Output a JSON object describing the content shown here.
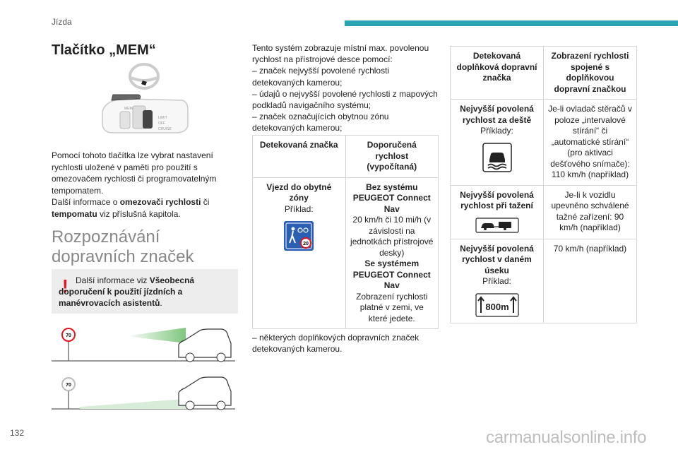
{
  "header": {
    "section": "Jízda",
    "accent_color": "#2aa3b4"
  },
  "footer": {
    "page_number": "132",
    "watermark": "carmanualsonline.info"
  },
  "left": {
    "title": "Tlačítko „MEM“",
    "button_labels": {
      "mem": "MEM",
      "limit": "LIMIT",
      "off": "OFF",
      "cruise": "CRUISE"
    },
    "body": [
      {
        "text": "Pomocí tohoto tlačítka lze vybrat nastavení rychlosti uložené v paměti pro použití s omezovačem rychlosti či programovatelným tempomatem."
      },
      {
        "pre": "Další informace o ",
        "b1": "omezovači rychlosti",
        "mid": " či ",
        "b2": "tempomatu",
        "post": " viz příslušná kapitola."
      }
    ],
    "section_title": "Rozpoznávání dopravních značek",
    "note": {
      "pre": "Další informace viz ",
      "bold": "Všeobecná doporučení k použití jízdních a manévrovacích asistentů",
      "post": "."
    },
    "sign_value": "70",
    "warning_color": "#e3141f"
  },
  "middle": {
    "intro": "Tento systém zobrazuje místní max. povolenou rychlost na přístrojové desce pomocí:",
    "items": [
      "–  značek nejvyšší povolené rychlosti detekovaných kamerou;",
      "–  údajů o nejvyšší povolené rychlosti z mapových podkladů navigačního systému;",
      "–  značek označujících obytnou zónu detekovaných kamerou;"
    ],
    "table": {
      "headers": [
        "Detekovaná značka",
        "Doporučená rychlost (vypočítaná)"
      ],
      "row": {
        "sign_title": "Vjezd do obytné zóny",
        "sign_example": "Příklad:",
        "sign_speed": "20",
        "r1_bold": "Bez systému PEUGEOT Connect Nav",
        "r1_text": "20 km/h či 10 mi/h (v závislosti na jednotkách přístrojové desky)",
        "r2_bold": "Se systémem PEUGEOT Connect Nav",
        "r2_text": "Zobrazení rychlosti platné v zemi, ve které jedete."
      }
    },
    "outro": "–  některých doplňkových dopravních značek detekovaných kamerou."
  },
  "right": {
    "table": {
      "headers": [
        "Detekovaná doplňková dopravní značka",
        "Zobrazení rychlosti spojené s doplňkovou dopravní značkou"
      ],
      "rows": [
        {
          "title": "Nejvyšší povolená rychlost za deště",
          "sub": "Příklady:",
          "value": "Je-li ovladač stěračů v poloze „intervalové stírání“ či „automatické stírání“ (pro aktivaci dešťového snímače): 110 km/h (například)"
        },
        {
          "title": "Nejvyšší povolená rychlost při tažení",
          "sub": "",
          "value": "Je-li k vozidlu upevněno schválené tažné zařízení: 90 km/h (například)"
        },
        {
          "title": "Nejvyšší povolená rychlost v daném úseku",
          "sub": "Příklad:",
          "sign_text": "800m",
          "value": "70 km/h (například)"
        }
      ]
    }
  }
}
